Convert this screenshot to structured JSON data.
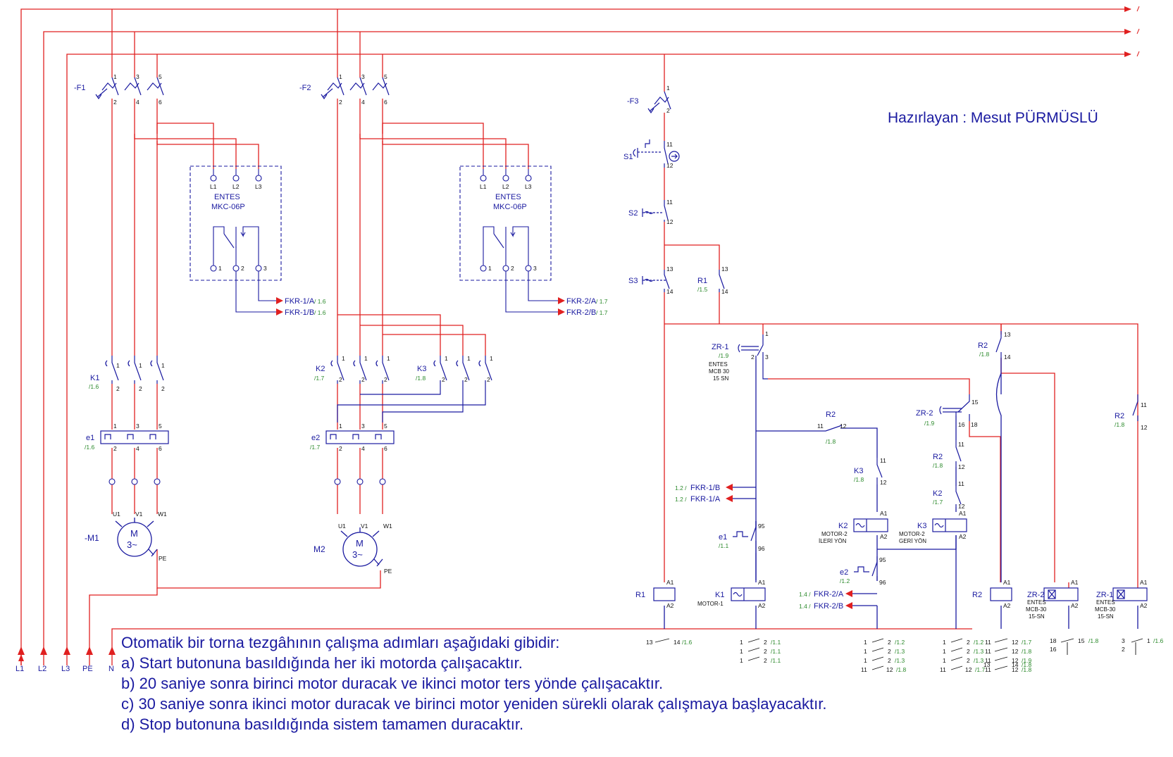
{
  "author": "Hazırlayan : Mesut PÜRMÜSLÜ",
  "colors": {
    "power": "#e02020",
    "control": "#1a1aa0",
    "reference": "#2e8b2e",
    "text": "#111111"
  },
  "supply": [
    "L1",
    "L2",
    "L3",
    "PE",
    "N"
  ],
  "power": {
    "breakers": [
      "-F1",
      "-F2"
    ],
    "phase_relay": {
      "brand": "ENTES",
      "model": "MKC-06P",
      "inputs": [
        "L1",
        "L2",
        "L3"
      ],
      "outputs": [
        "1",
        "2",
        "3"
      ]
    },
    "relay_outputs": [
      {
        "label": "FKR-1/A",
        "ref": "/ 1.6"
      },
      {
        "label": "FKR-1/B",
        "ref": "/ 1.6"
      },
      {
        "label": "FKR-2/A",
        "ref": "/ 1.7"
      },
      {
        "label": "FKR-2/B",
        "ref": "/ 1.7"
      }
    ],
    "contactors": [
      {
        "label": "K1",
        "ref": "/1.6"
      },
      {
        "label": "K2",
        "ref": "/1.7"
      },
      {
        "label": "K3",
        "ref": "/1.8"
      }
    ],
    "overloads": [
      {
        "label": "e1",
        "ref": "/1.6"
      },
      {
        "label": "e2",
        "ref": "/1.7"
      }
    ],
    "motors": [
      {
        "label": "-M1",
        "symbol": "M",
        "phase": "3~",
        "terminals": [
          "U1",
          "V1",
          "W1",
          "PE"
        ]
      },
      {
        "label": "M2",
        "symbol": "M",
        "phase": "3~",
        "terminals": [
          "U1",
          "V1",
          "W1",
          "PE"
        ]
      }
    ]
  },
  "control": {
    "fuse": "-F3",
    "buttons": [
      "S1",
      "S2",
      "S3"
    ],
    "r1_contact": {
      "label": "R1",
      "ref": "/1.5"
    },
    "zr1": {
      "label": "ZR-1",
      "ref": "/1.9",
      "desc": [
        "ENTES",
        "MCB 30",
        "15 SN"
      ]
    },
    "zr2": {
      "label": "ZR-2",
      "ref": "/1.9"
    },
    "r2_contacts": [
      {
        "label": "R2",
        "ref": "/1.8"
      },
      {
        "label": "R2",
        "ref": "/1.8"
      },
      {
        "label": "R2",
        "ref": "/1.8"
      },
      {
        "label": "R2",
        "ref": "/1.8"
      }
    ],
    "k3_contact": {
      "label": "K3",
      "ref": "/1.8"
    },
    "k2_contact": {
      "label": "K2",
      "ref": "/1.7"
    },
    "feedback": [
      {
        "label": "FKR-1/B",
        "ref": "1.2 /"
      },
      {
        "label": "FKR-1/A",
        "ref": "1.2 /"
      },
      {
        "label": "FKR-2/A",
        "ref": "1.4 /"
      },
      {
        "label": "FKR-2/B",
        "ref": "1.4 /"
      }
    ],
    "e1": {
      "label": "e1",
      "ref": "/1.1"
    },
    "e2": {
      "label": "e2",
      "ref": "/1.2"
    },
    "coils": [
      {
        "label": "R1",
        "desc": []
      },
      {
        "label": "K1",
        "desc": [
          "MOTOR-1"
        ]
      },
      {
        "label": "K2",
        "desc": [
          "MOTOR-2",
          "İLERİ YÖN"
        ]
      },
      {
        "label": "K3",
        "desc": [
          "MOTOR-2",
          "GERİ YÖN"
        ]
      },
      {
        "label": "R2",
        "desc": []
      },
      {
        "label": "ZR-2",
        "desc": [
          "ENTES",
          "MCB-30",
          "15-SN"
        ]
      },
      {
        "label": "ZR-1",
        "desc": [
          "ENTES",
          "MCB-30",
          "15-SN"
        ]
      }
    ],
    "cross_refs": {
      "R1": [
        {
          "from": "13",
          "to": "14",
          "ref": "/1.6"
        }
      ],
      "K1": [
        {
          "from": "1",
          "to": "2",
          "ref": "/1.1"
        },
        {
          "from": "1",
          "to": "2",
          "ref": "/1.1"
        },
        {
          "from": "1",
          "to": "2",
          "ref": "/1.1"
        }
      ],
      "K2": [
        {
          "from": "1",
          "to": "2",
          "ref": "/1.2"
        },
        {
          "from": "1",
          "to": "2",
          "ref": "/1.3"
        },
        {
          "from": "1",
          "to": "2",
          "ref": "/1.3"
        },
        {
          "from": "11",
          "to": "12",
          "ref": "/1.8"
        }
      ],
      "K3": [
        {
          "from": "1",
          "to": "2",
          "ref": "/1.2"
        },
        {
          "from": "1",
          "to": "2",
          "ref": "/1.3"
        },
        {
          "from": "1",
          "to": "2",
          "ref": "/1.3"
        },
        {
          "from": "11",
          "to": "12",
          "ref": "/1.7"
        }
      ],
      "R2": [
        {
          "from": "11",
          "to": "12",
          "ref": "/1.7"
        },
        {
          "from": "11",
          "to": "12",
          "ref": "/1.8"
        },
        {
          "from": "11",
          "to": "12",
          "ref": "/1.9"
        },
        {
          "from": "11",
          "to": "12",
          "ref": "/1.8"
        },
        {
          "from": "13",
          "to": "14",
          "ref": "/1.8"
        }
      ],
      "ZR-2": [
        {
          "from": "18",
          "to": "15",
          "ref": "/1.8"
        },
        {
          "from": "16",
          "to": "",
          "ref": ""
        }
      ],
      "ZR-1": [
        {
          "from": "3",
          "to": "1",
          "ref": "/1.6"
        },
        {
          "from": "2",
          "to": "",
          "ref": ""
        }
      ]
    }
  },
  "notes": {
    "intro": "Otomatik bir torna tezgâhının çalışma adımları aşağıdaki gibidir:",
    "steps": [
      "a) Start butonuna basıldığında her iki motorda çalışacaktır.",
      "b) 20 saniye sonra birinci motor duracak ve ikinci motor ters yönde çalışacaktır.",
      "c) 30 saniye sonra ikinci motor duracak ve birinci motor yeniden sürekli olarak çalışmaya başlayacaktır.",
      "d) Stop butonuna basıldığında sistem tamamen duracaktır."
    ]
  }
}
